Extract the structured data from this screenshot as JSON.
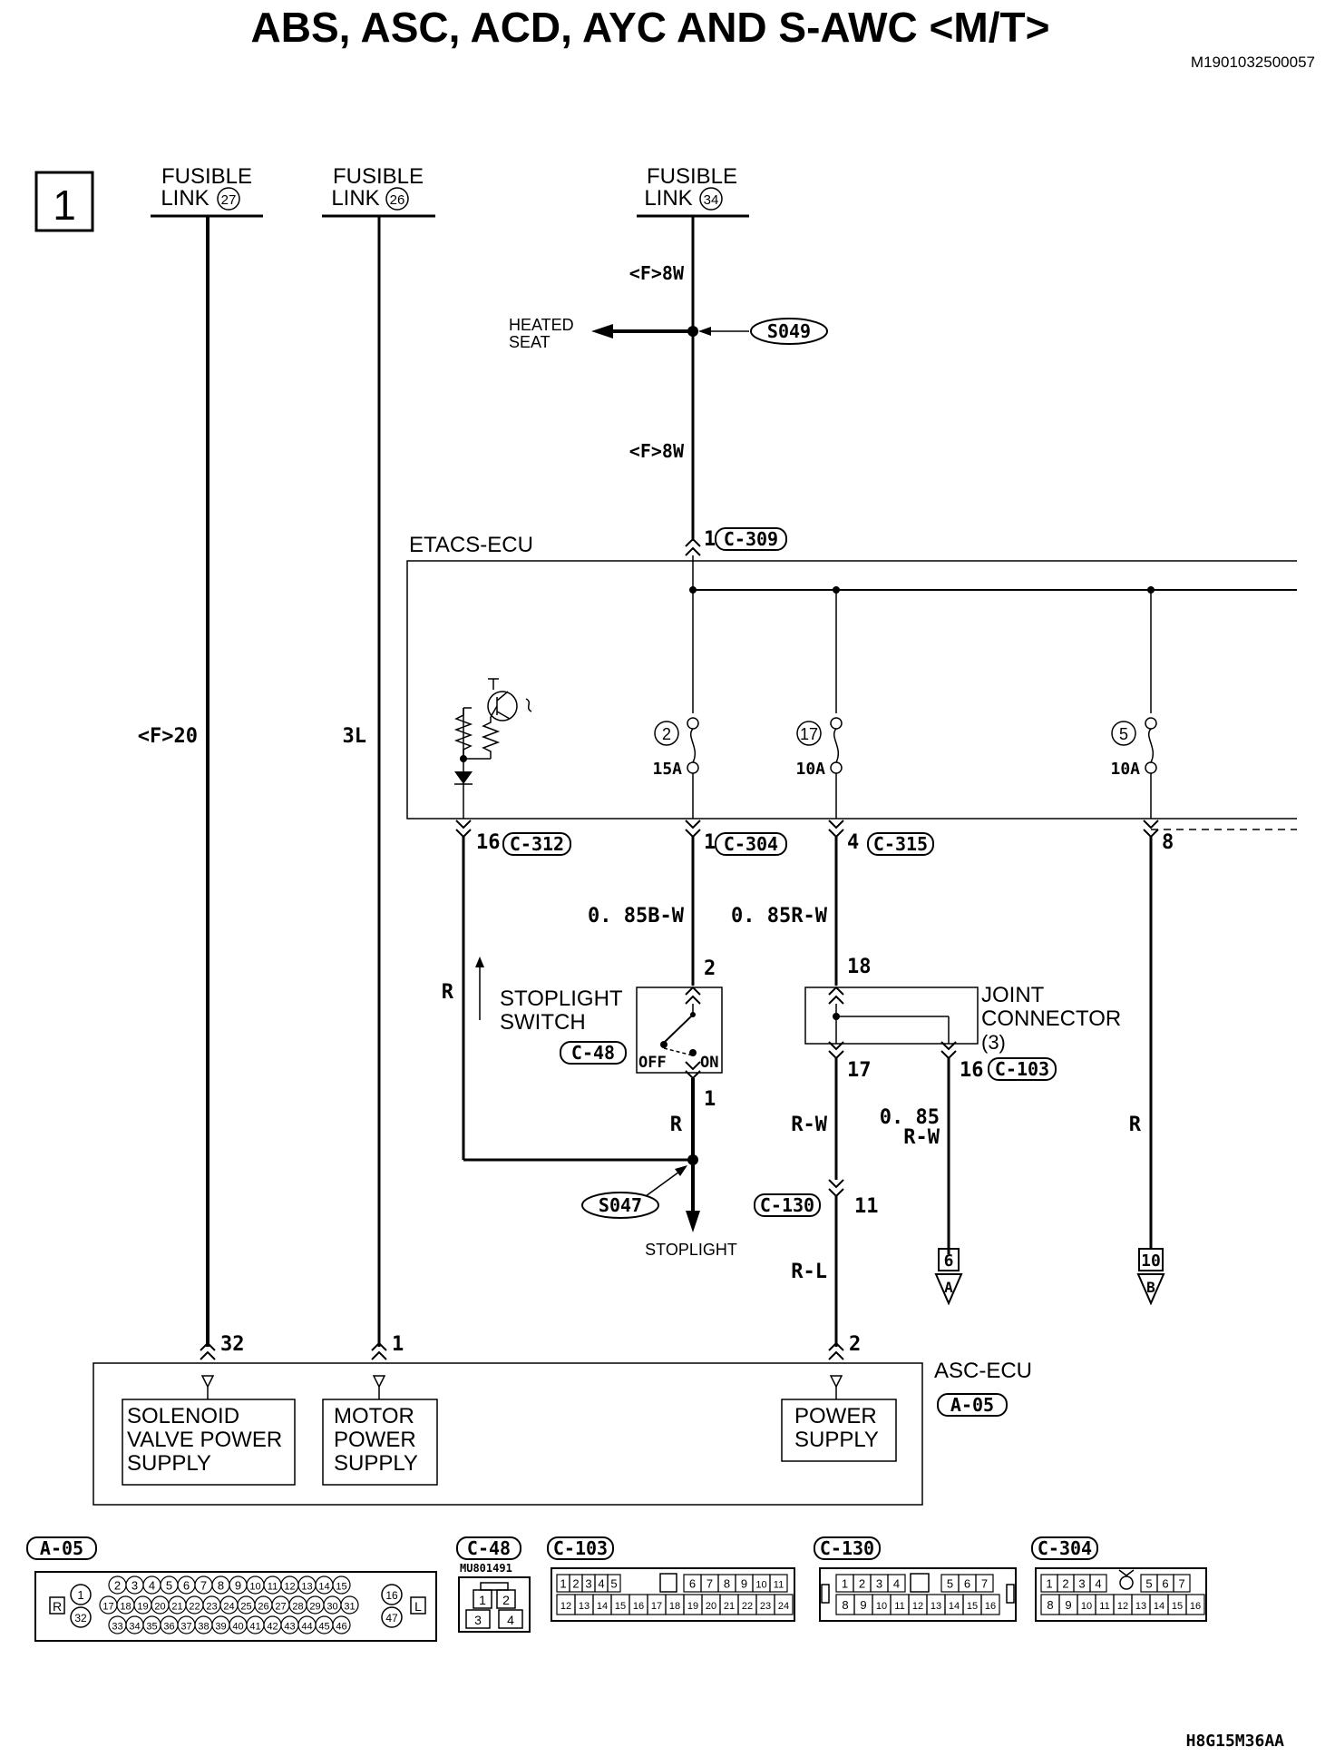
{
  "header": {
    "title": "ABS, ASC, ACD, AYC AND S-AWC <M/T>",
    "doc_code": "M1901032500057",
    "footer_code": "H8G15M36AA",
    "page_number": "1"
  },
  "fusible_links": [
    {
      "line1": "FUSIBLE",
      "line2": "LINK",
      "num": "27"
    },
    {
      "line1": "FUSIBLE",
      "line2": "LINK",
      "num": "26"
    },
    {
      "line1": "FUSIBLE",
      "line2": "LINK",
      "num": "34"
    }
  ],
  "wire_labels": {
    "f20": "<F>20",
    "l3": "3L",
    "f8w_top": "<F>8W",
    "f8w_mid": "<F>8W",
    "b_w": "0. 85B-W",
    "r_w_085": "0. 85R-W",
    "r_stop": "R",
    "r_below_switch": "R",
    "r_w": "R-W",
    "r_w_small_1": "0. 85",
    "r_w_small_2": "R-W",
    "r_right": "R",
    "r_l": "R-L"
  },
  "heated_seat": {
    "line1": "HEATED",
    "line2": "SEAT"
  },
  "splices": {
    "s049": "S049",
    "s047": "S047"
  },
  "etacs": {
    "label": "ETACS-ECU",
    "connector": "C-309",
    "pin": "1"
  },
  "fuses": [
    {
      "num": "2",
      "amp": "15A"
    },
    {
      "num": "17",
      "amp": "10A"
    },
    {
      "num": "5",
      "amp": "10A"
    }
  ],
  "etacs_pins": [
    {
      "pin": "16",
      "conn": "C-312"
    },
    {
      "pin": "1",
      "conn": "C-304"
    },
    {
      "pin": "4",
      "conn": "C-315"
    },
    {
      "pin": "8",
      "conn": ""
    }
  ],
  "stoplight_switch": {
    "line1": "STOPLIGHT",
    "line2": "SWITCH",
    "conn": "C-48",
    "off": "OFF",
    "on": "ON",
    "pin_top": "2",
    "pin_bottom": "1"
  },
  "joint_connector": {
    "line1": "JOINT",
    "line2": "CONNECTOR",
    "line3": "(3)",
    "pin_top": "18",
    "pin_bottom": "17",
    "pin_right": "16",
    "conn": "C-103"
  },
  "c130": {
    "conn": "C-130",
    "pin": "11"
  },
  "stoplight": "STOPLIGHT",
  "offpage": [
    {
      "num": "6",
      "letter": "A"
    },
    {
      "num": "10",
      "letter": "B"
    }
  ],
  "asc_ecu": {
    "label": "ASC-ECU",
    "conn": "A-05",
    "pins": [
      "32",
      "1",
      "2"
    ],
    "boxes": [
      {
        "l1": "SOLENOID",
        "l2": "VALVE POWER",
        "l3": "SUPPLY"
      },
      {
        "l1": "MOTOR",
        "l2": "POWER",
        "l3": "SUPPLY"
      },
      {
        "l1": "POWER",
        "l2": "SUPPLY",
        "l3": ""
      }
    ]
  },
  "connector_views": {
    "a05": {
      "name": "A-05",
      "left": "R",
      "right": "L",
      "row1": [
        "2",
        "3",
        "4",
        "5",
        "6",
        "7",
        "8",
        "9",
        "10",
        "11",
        "12",
        "13",
        "14",
        "15"
      ],
      "row2": [
        "17",
        "18",
        "19",
        "20",
        "21",
        "22",
        "23",
        "24",
        "25",
        "26",
        "27",
        "28",
        "29",
        "30",
        "31"
      ],
      "row3": [
        "33",
        "34",
        "35",
        "36",
        "37",
        "38",
        "39",
        "40",
        "41",
        "42",
        "43",
        "44",
        "45",
        "46"
      ],
      "side_left": [
        "1",
        "32"
      ],
      "side_right": [
        "16",
        "47"
      ]
    },
    "c48": {
      "name": "C-48",
      "part": "MU801491",
      "row1": [
        "1",
        "2"
      ],
      "row2": [
        "3",
        "4"
      ]
    },
    "c103": {
      "name": "C-103",
      "row1a": [
        "1",
        "2",
        "3",
        "4",
        "5"
      ],
      "row1b": [
        "6",
        "7",
        "8",
        "9",
        "10",
        "11"
      ],
      "row2": [
        "12",
        "13",
        "14",
        "15",
        "16",
        "17",
        "18",
        "19",
        "20",
        "21",
        "22",
        "23",
        "24"
      ]
    },
    "c130": {
      "name": "C-130",
      "row1a": [
        "1",
        "2",
        "3",
        "4"
      ],
      "row1b": [
        "5",
        "6",
        "7"
      ],
      "row2": [
        "8",
        "9",
        "10",
        "11",
        "12",
        "13",
        "14",
        "15",
        "16"
      ]
    },
    "c304": {
      "name": "C-304",
      "row1a": [
        "1",
        "2",
        "3",
        "4"
      ],
      "row1b": [
        "5",
        "6",
        "7"
      ],
      "row2": [
        "8",
        "9",
        "10",
        "11",
        "12",
        "13",
        "14",
        "15",
        "16"
      ]
    }
  }
}
